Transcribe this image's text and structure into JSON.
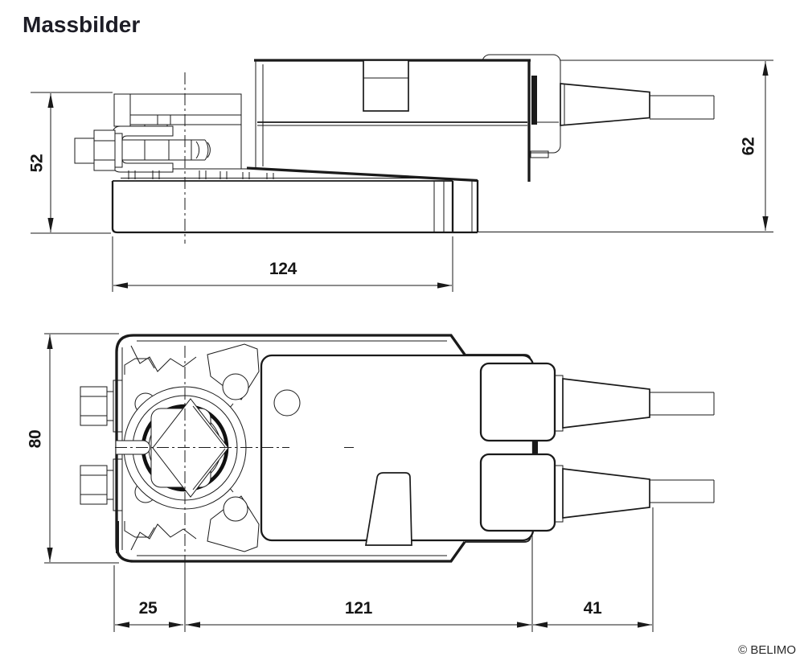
{
  "header": {
    "title": "Massbilder"
  },
  "footer": {
    "copyright": "© BELIMO"
  },
  "dimensions": {
    "side_view": {
      "bracket_height": "52",
      "overall_height": "62",
      "base_length": "124"
    },
    "plan_view": {
      "overall_width": "80",
      "edge_to_shaft_center": "25",
      "shaft_center_to_body_end": "121",
      "cable_gland_length": "41"
    }
  },
  "colors": {
    "line": "#1a1a1a",
    "text": "#161616",
    "background": "#ffffff"
  }
}
